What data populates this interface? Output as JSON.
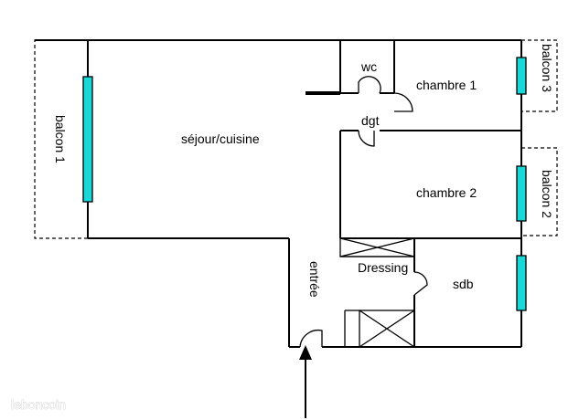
{
  "rooms": {
    "sejour": "séjour/cuisine",
    "wc": "wc",
    "chambre1": "chambre 1",
    "dgt": "dgt",
    "chambre2": "chambre 2",
    "dressing": "Dressing",
    "sdb": "sdb",
    "entree": "entrée",
    "balcon1": "balcon 1",
    "balcon2": "balcon 2",
    "balcon3": "balcon 3"
  },
  "watermark": "leboncoin",
  "colors": {
    "window": "#1ad8d8",
    "wall": "#000000",
    "background": "#ffffff"
  }
}
